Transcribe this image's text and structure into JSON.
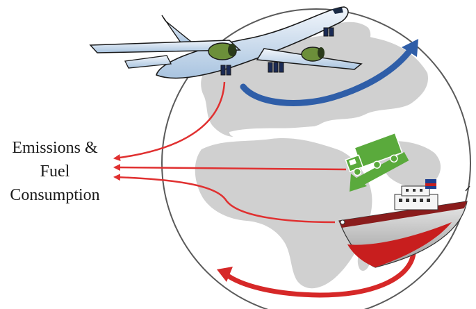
{
  "label": {
    "line1": "Emissions &",
    "line2": "Fuel",
    "line3": "Consumption"
  },
  "colors": {
    "globe_ocean": "#ffffff",
    "globe_land": "#d0d0d0",
    "globe_outline": "#5a5a5a",
    "emission_arrow": "#e03030",
    "air_route": "#2f5ea8",
    "truck_route": "#5aaa3c",
    "sea_route": "#d62828"
  },
  "icons": [
    "airplane-icon",
    "truck-icon",
    "ship-icon",
    "globe-icon"
  ]
}
